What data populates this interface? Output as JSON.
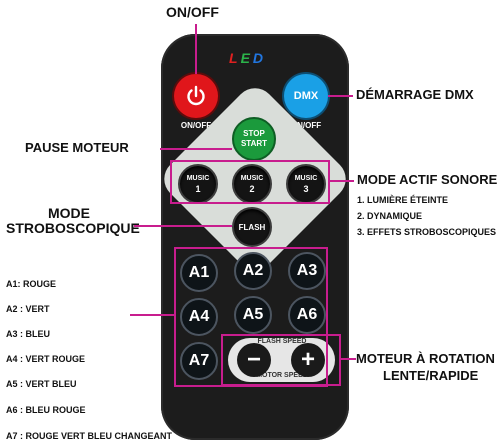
{
  "labels": {
    "on_off_top": "ON/OFF",
    "demarrage_dmx": "DÉMARRAGE DMX",
    "pause_moteur": "PAUSE MOTEUR",
    "mode_actif_sonore": "MODE ACTIF SONORE",
    "sonore_items": [
      "1. LUMIÈRE ÉTEINTE",
      "2. DYNAMIQUE",
      "3. EFFETS STROBOSCOPIQUES"
    ],
    "mode_strobo_line1": "MODE",
    "mode_strobo_line2": "STROBOSCOPIQUE",
    "moteur_line1": "MOTEUR À ROTATION",
    "moteur_line2": "LENTE/RAPIDE",
    "color_list": [
      "A1: ROUGE",
      "A2 : VERT",
      "A3 : BLEU",
      "A4 : VERT ROUGE",
      "A5 : VERT BLEU",
      "A6 : BLEU ROUGE",
      "A7 : ROUGE VERT BLEU CHANGEANT"
    ]
  },
  "remote": {
    "led_letters": [
      "L",
      "E",
      "D"
    ],
    "power_label": "ON/OFF",
    "dmx_button": "DMX",
    "dmx_label": "ON/OFF",
    "stop_start_line1": "STOP",
    "stop_start_line2": "START",
    "music_buttons": [
      {
        "line1": "MUSIC",
        "line2": "1"
      },
      {
        "line1": "MUSIC",
        "line2": "2"
      },
      {
        "line1": "MUSIC",
        "line2": "3"
      }
    ],
    "flash_button": "FLASH",
    "a_buttons": [
      "A1",
      "A2",
      "A3",
      "A4",
      "A5",
      "A6",
      "A7"
    ],
    "speed_top": "FLASH SPEED",
    "speed_bottom": "MOTOR SPEED",
    "minus": "−",
    "plus": "+"
  },
  "colors": {
    "accent": "#c81d8e",
    "power_red": "#e0161b",
    "dmx_blue": "#1aa0e6",
    "stop_green": "#1b9a3c",
    "led_l": "#e02020",
    "led_e": "#2bb34a",
    "led_d": "#2176e0"
  }
}
